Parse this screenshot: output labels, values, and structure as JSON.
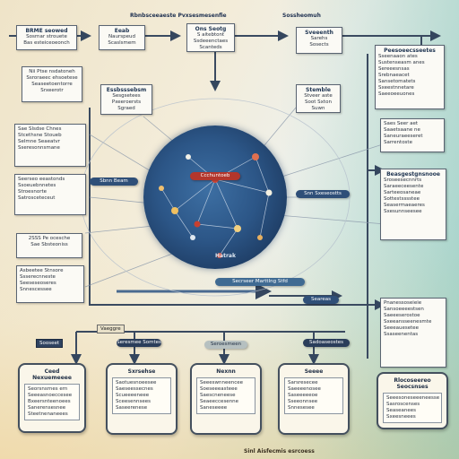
{
  "top_labels": [
    "Rbnbsceeaeste Pvxsesmesenfie",
    "Sossheomuh"
  ],
  "center_label": "Ccchuntoeb",
  "network_label": "Hatrak",
  "footer_text": "Sinl Aisfecmis esrcoess",
  "boxes": [
    {
      "id": "tl",
      "title": "BRME seowed",
      "lines": [
        "Sosrnar strouete",
        "Bas esteiceoeonch"
      ]
    },
    {
      "id": "tc1",
      "title": "Eeab",
      "lines": [
        "Naurspeud",
        "Scaslsmem"
      ]
    },
    {
      "id": "tc2",
      "title": "Ons Seotg",
      "lines": [
        "S aitebtont",
        "Ssdeeenctaes",
        "Scanteds"
      ]
    },
    {
      "id": "tc3",
      "title": "Sveeenth",
      "lines": [
        "Sarehs",
        "Sosects"
      ]
    },
    {
      "id": "l1",
      "title": "",
      "lines": [
        "Nii Ptse nsdatoneh",
        "Ssroraeec ehsoetese",
        "Seaseetoentorre",
        "Srxeerotr"
      ]
    },
    {
      "id": "lc",
      "title": "Essbsssebsm",
      "lines": [
        "Sesgsetees",
        "Pxeeroersts",
        "Sgraed"
      ]
    },
    {
      "id": "mc",
      "title": "Stemble",
      "lines": [
        "Stveer aste",
        "Soot Sxton",
        "Suwn"
      ]
    },
    {
      "id": "l2",
      "title": "",
      "lines": [
        "Sae Slsdse Chnes",
        "Stcethsne Stoueb",
        "Selmne Seaeatvr",
        "Sseresonnsmane"
      ]
    },
    {
      "id": "l3",
      "title": "",
      "lines": [
        "Seerseo eeastonds",
        "Ssoeuebnnetes",
        "Stroesnorte",
        "Satrosceteceut"
      ]
    },
    {
      "id": "l4",
      "title": "",
      "lines": [
        "2SSS Pe ocesche",
        "Sae Sbsteoniss"
      ]
    },
    {
      "id": "l5",
      "title": "",
      "lines": [
        "Asbeetee Stnsore",
        "Ssserecnneste",
        "Seeseseoseres",
        "Snnescessee"
      ]
    },
    {
      "id": "r1",
      "title": "Peesoeecsseetes",
      "lines": [
        "Sseenaaon ates",
        "Sustenseasm anes",
        "Sereeesnsas",
        "Srebnaeacet",
        "Sansetomatets",
        "Sxeestnnetare",
        "Saeeoeeuones"
      ]
    },
    {
      "id": "r2",
      "title": "",
      "lines": [
        "Saes Seer aet",
        "Saaetsaane ne",
        "Saneuraeeseret",
        "Sarrentoste"
      ]
    },
    {
      "id": "r3",
      "title": "Beasgestgnsnooe",
      "lines": [
        "Sroseesecnnrts",
        "Saraeeceesente",
        "Sarteeosaneae",
        "Sottestsssstee",
        "Seasermaeaeres",
        "Sxesunnseesee"
      ]
    },
    {
      "id": "r4",
      "title": "",
      "lines": [
        "Pnanessoseieie",
        "Sansoeeeestsen",
        "Saeeeserostoe",
        "Sxeeansseenesmte",
        "Seeeauesetee",
        "Ssaseenentas"
      ]
    }
  ],
  "pills": [
    "Sbnn Beam",
    "Snn Sxeseostts",
    "Secrseer Marttlng Stfd",
    "Seareas",
    "Seresmee Somtes",
    "Seroesmeen",
    "Sadoaseostes"
  ],
  "tags": [
    "Sooseet",
    "Vaeggre",
    "Rlocoseereo Seocsnses"
  ],
  "cards": [
    {
      "title": "Ceed Nexuemeeee",
      "lines": [
        "Seorsnsrnes ern",
        "Seeeasnoeccesee",
        "Bxeersnteenoees",
        "Sanerensesnee",
        "Steetnenaneees"
      ]
    },
    {
      "title": "Sxrsehse",
      "lines": [
        "Saotuesnoeesee",
        "Saeseessecnes",
        "Scueeeeneee",
        "Sceesennsees",
        "Saseerenese"
      ]
    },
    {
      "title": "Nexnn",
      "lines": [
        "Seeeswnneencee",
        "Soeseeeasteee",
        "Saescneneese",
        "Seaeeccesenne",
        "Saneseeee"
      ]
    },
    {
      "title": "Seeee",
      "lines": [
        "Sarsresecee",
        "Saeeeenosee",
        "Saseeeeeoe",
        "Sseeonnsee",
        "Snnesesee"
      ]
    },
    {
      "title": "Rlocoseereo Seocsnses",
      "lines": [
        "Seeesoneseeeneesse",
        "Sasroscenses",
        "Seaseanees",
        "Sxeesneees"
      ]
    }
  ]
}
